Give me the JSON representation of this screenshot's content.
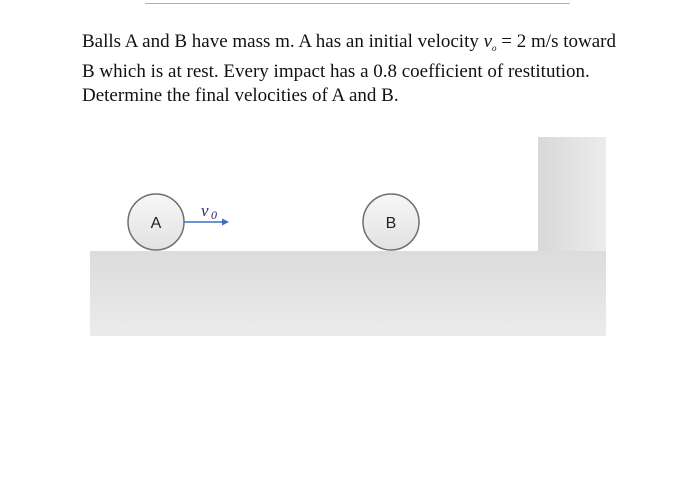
{
  "problem": {
    "text_1": "Balls A and B have mass m.  A has an initial velocity ",
    "v_symbol": "v",
    "v_subscript": "o",
    "text_2": " = 2 m/s toward B which is at rest.  Every impact has a 0.8 coefficient of restitution.  Determine the final velocities of A and B."
  },
  "diagram": {
    "ball_a_label": "A",
    "ball_b_label": "B",
    "velocity_label": "v",
    "velocity_subscript": "0",
    "colors": {
      "ground": "#e6e6e6",
      "wall": "#e3e3e3",
      "ball_fill": "#f0f0f0",
      "ball_stroke": "#6f6f6f",
      "arrow": "#3a6fc4"
    }
  }
}
